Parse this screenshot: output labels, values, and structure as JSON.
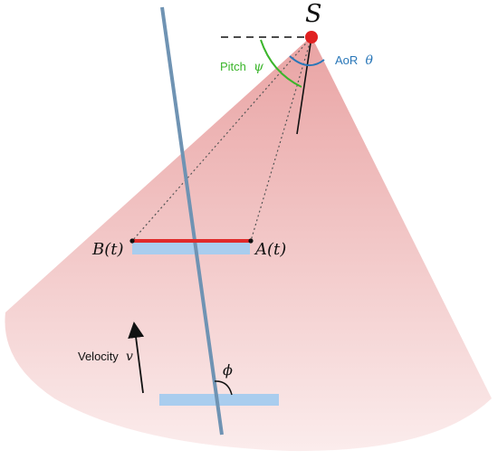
{
  "labels": {
    "source": "S",
    "pitch_text": "Pitch",
    "pitch_symbol": "ψ",
    "aor_text": "AoR",
    "aor_symbol": "θ",
    "point_b": "B(t)",
    "point_a": "A(t)",
    "velocity_text": "Velocity",
    "velocity_symbol": "v",
    "angle_phi": "ϕ"
  },
  "colors": {
    "cone_fill_top": "#e9a3a3",
    "cone_fill_bottom": "#fbecec",
    "source_dot": "#e02020",
    "axis_line": "#6f93b3",
    "segment_red": "#e02a2a",
    "strip_blue": "#a9cdee",
    "pitch_green": "#3bb52b",
    "aor_blue": "#2876b8",
    "ink": "#111111"
  },
  "icons": {
    "velocity_arrow": "arrow-up-icon"
  }
}
